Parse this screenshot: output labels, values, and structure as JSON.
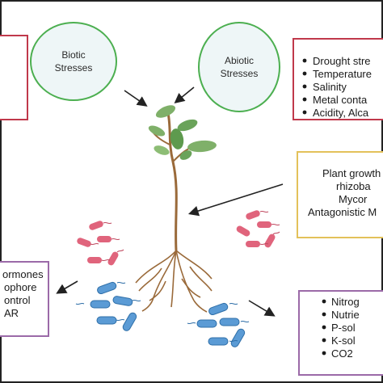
{
  "ellipses": {
    "biotic": {
      "line1": "Biotic",
      "line2": "Stresses"
    },
    "abiotic": {
      "line1": "Abiotic",
      "line2": "Stresses"
    }
  },
  "abiotic_list": [
    "Drought stre",
    "Temperature",
    "Salinity",
    "Metal conta",
    "Acidity, Alca"
  ],
  "middle_right_box": [
    "Plant growth",
    "rhizoba",
    "Mycor",
    "Antagonistic M"
  ],
  "left_bottom_box": [
    "ormones",
    "ophore",
    "ontrol",
    "AR"
  ],
  "right_bottom_list": [
    "Nitrog",
    "Nutrie",
    "P-sol",
    "K-sol",
    "CO2"
  ],
  "colors": {
    "ellipse_border": "#4caf50",
    "ellipse_fill": "#eef6f7",
    "red_box_border": "#c0394b",
    "yellow_box_border": "#e3c15a",
    "purple_box_border": "#9b6aa8",
    "pink_bacteria": "#e0647c",
    "blue_bacteria": "#5b9bd5",
    "stem": "#9a6a3a",
    "leaf": "#7fb069"
  }
}
